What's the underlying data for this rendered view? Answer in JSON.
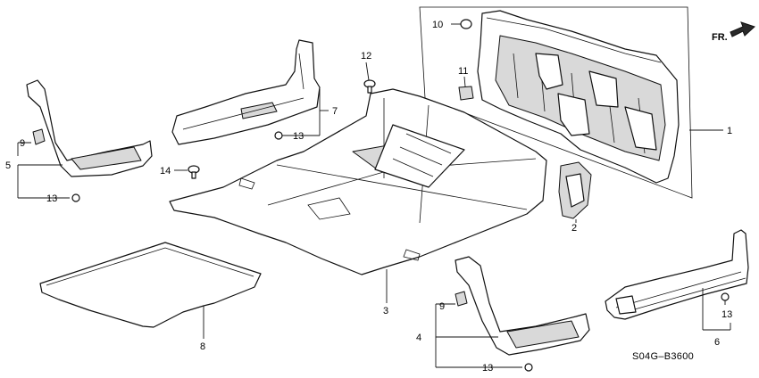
{
  "direction_label": "FR.",
  "diagram_code": "S04G–B3600",
  "callouts": {
    "c1": "1",
    "c2": "2",
    "c3": "3",
    "c4": "4",
    "c5": "5",
    "c6": "6",
    "c7": "7",
    "c8": "8",
    "c9_left": "9",
    "c9_right": "9",
    "c10": "10",
    "c11": "11",
    "c12": "12",
    "c13_left": "13",
    "c13_upper": "13",
    "c13_bottom": "13",
    "c13_right": "13",
    "c14": "14"
  }
}
